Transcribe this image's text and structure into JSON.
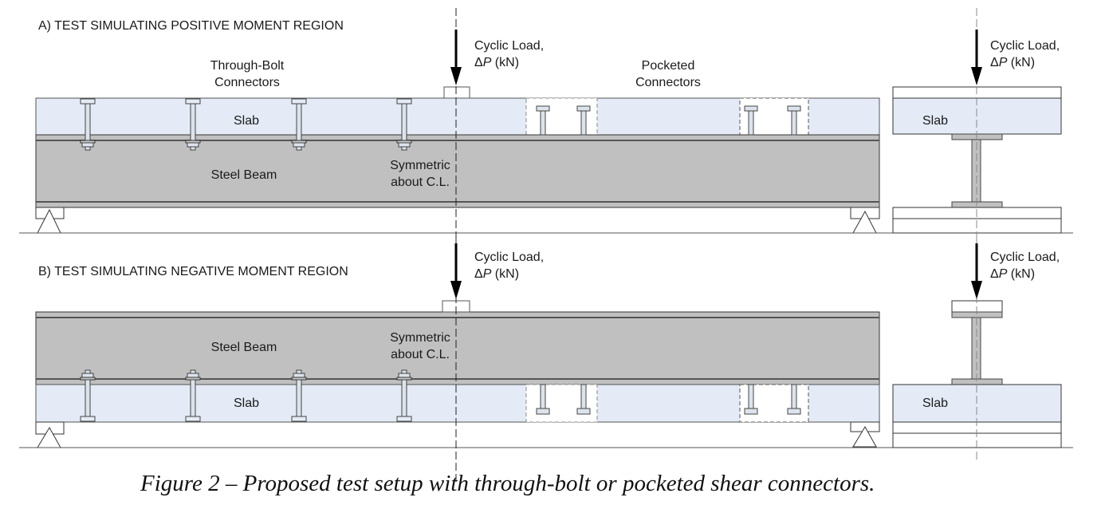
{
  "figure": {
    "caption": "Figure 2 – Proposed test setup with through-bolt or pocketed shear connectors."
  },
  "colors": {
    "slab": "#e4ebf6",
    "steel": "#c0c0c0",
    "outline": "#333333",
    "background": "#ffffff"
  },
  "panel_a": {
    "title": "A) TEST SIMULATING POSITIVE MOMENT REGION",
    "load_label_line1": "Cyclic Load,",
    "load_label_delta": "Δ",
    "load_label_p": "P",
    "load_label_units": " (kN)",
    "through_bolt_label_line1": "Through-Bolt",
    "through_bolt_label_line2": "Connectors",
    "pocketed_label_line1": "Pocketed",
    "pocketed_label_line2": "Connectors",
    "slab_label": "Slab",
    "steel_beam_label": "Steel Beam",
    "symmetric_line1": "Symmetric",
    "symmetric_line2": "about C.L.",
    "section_slab_label": "Slab",
    "section_load_line1": "Cyclic Load,",
    "section_load_delta": "Δ",
    "section_load_p": "P",
    "section_load_units": " (kN)",
    "through_bolt_count": 4,
    "pocket_count": 2,
    "studs_per_pocket": 2
  },
  "panel_b": {
    "title": "B) TEST SIMULATING NEGATIVE MOMENT REGION",
    "load_label_line1": "Cyclic Load,",
    "load_label_delta": "Δ",
    "load_label_p": "P",
    "load_label_units": " (kN)",
    "slab_label": "Slab",
    "steel_beam_label": "Steel Beam",
    "symmetric_line1": "Symmetric",
    "symmetric_line2": "about C.L.",
    "section_slab_label": "Slab",
    "section_load_line1": "Cyclic Load,",
    "section_load_delta": "Δ",
    "section_load_p": "P",
    "section_load_units": " (kN)",
    "through_bolt_count": 4,
    "pocket_count": 2,
    "studs_per_pocket": 2
  }
}
